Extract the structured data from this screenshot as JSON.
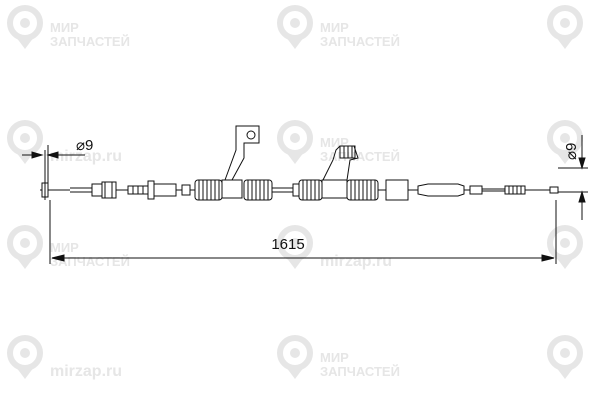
{
  "diagram": {
    "overall_length": "1615",
    "left_diameter": "⌀9",
    "right_diameter": "⌀9"
  },
  "watermark": {
    "logo_icon": "map-pin-logo-icon",
    "brand_line1": "МИР",
    "brand_line2": "ЗАПЧАСТЕЙ",
    "site": "mirzap.ru"
  },
  "colors": {
    "line": "#111111",
    "watermark": "#e6e6e6"
  }
}
